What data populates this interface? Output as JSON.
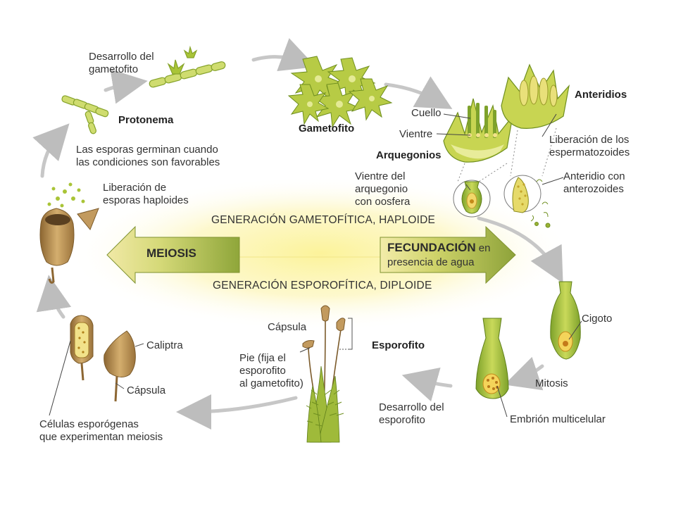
{
  "labels": {
    "desarrollo_gametofito": "Desarrollo del\ngametofito",
    "protonema": "Protonema",
    "esporas_germinan": "Las esporas germinan cuando\nlas condiciones son favorables",
    "liberacion_esporas": "Liberación de\nesporas haploides",
    "gametofito": "Gametofito",
    "cuello": "Cuello",
    "vientre": "Vientre",
    "arquegonios": "Arquegonios",
    "anteridios": "Anteridios",
    "liberacion_espermatozoides": "Liberación de los\nespermatozoides",
    "vientre_arquegonio": "Vientre del\narquegonio\ncon oosfera",
    "anteridio_anterozoides": "Anteridio con\nanterozoides",
    "gen_gametofitica": "GENERACIÓN GAMETOFÍTICA, HAPLOIDE",
    "meiosis": "MEIOSIS",
    "fecundacion": "FECUNDACIÓN",
    "fecundacion_en": " en",
    "presencia_agua": "presencia de agua",
    "gen_esporofitica": "GENERACIÓN ESPOROFÍTICA, DIPLOIDE",
    "cigoto": "Cigoto",
    "mitosis": "Mitosis",
    "embrion": "Embrión multicelular",
    "capsula_top": "Cápsula",
    "esporofito": "Esporofito",
    "pie": "Pie (fija el\nesporofito\nal gametofito)",
    "desarrollo_esporofito": "Desarrollo del\nesporofito",
    "caliptra": "Caliptra",
    "capsula_left": "Cápsula",
    "celulas_esporogenas": "Células esporógenas\nque experimentan meiosis"
  },
  "colors": {
    "leaf_green": "#a9c437",
    "leaf_dark": "#6f8f1f",
    "leaf_light": "#d6e27a",
    "capsule_brown": "#c29a5e",
    "capsule_dark": "#8c6632",
    "cycle_arrow": "#c7c7c7",
    "band_yellow": "#fbf3a0",
    "meiosis_arrow": "#b9c24a",
    "fecundacion_arrow": "#c3cc4d"
  }
}
